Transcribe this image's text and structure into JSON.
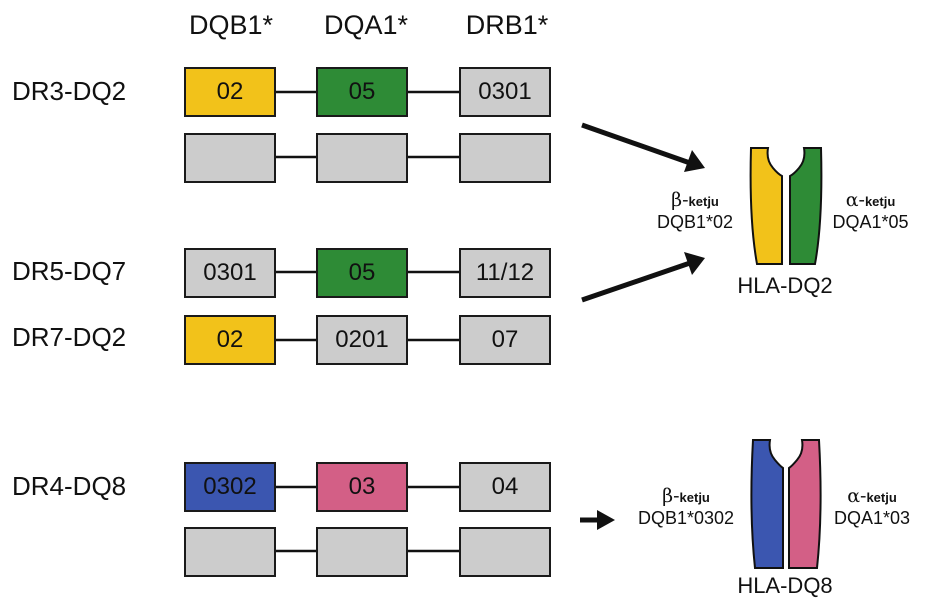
{
  "columns": {
    "dqb1": "DQB1*",
    "dqa1": "DQA1*",
    "drb1": "DRB1*"
  },
  "colors": {
    "yellow": "#f2c21a",
    "green": "#2e8b36",
    "gray": "#cccccc",
    "blue": "#3b56b0",
    "pink": "#d35f86"
  },
  "haplotypes": [
    {
      "label": "DR3-DQ2",
      "dqb1": "02",
      "dqa1": "05",
      "drb1": "0301"
    },
    {
      "label": "DR5-DQ7",
      "dqb1": "0301",
      "dqa1": "05",
      "drb1": "11/12"
    },
    {
      "label": "DR7-DQ2",
      "dqb1": "02",
      "dqa1": "0201",
      "drb1": "07"
    },
    {
      "label": "DR4-DQ8",
      "dqb1": "0302",
      "dqa1": "03",
      "drb1": "04"
    }
  ],
  "molecules": [
    {
      "name": "HLA-DQ2",
      "beta_greek": "β-",
      "beta_word": "ketju",
      "beta_allele": "DQB1*02",
      "alpha_greek": "α-",
      "alpha_word": "ketju",
      "alpha_allele": "DQA1*05"
    },
    {
      "name": "HLA-DQ8",
      "beta_greek": "β-",
      "beta_word": "ketju",
      "beta_allele": "DQB1*0302",
      "alpha_greek": "α-",
      "alpha_word": "ketju",
      "alpha_allele": "DQA1*03"
    }
  ]
}
